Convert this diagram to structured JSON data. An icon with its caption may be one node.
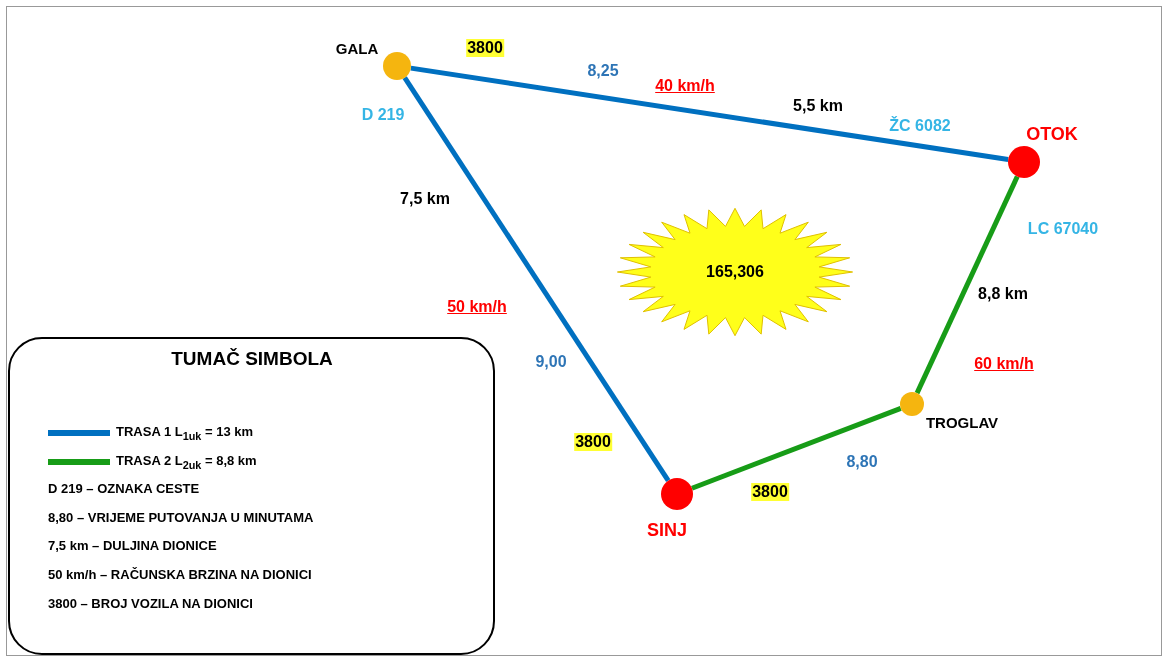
{
  "diagram": {
    "nodes": [
      {
        "text": [],
        "shape": "circle",
        "beside": [
          "GALA"
        ]
      },
      {
        "text": [],
        "shape": "circle",
        "beside": [
          "OTOK"
        ]
      },
      {
        "text": [],
        "shape": "circle",
        "beside": [
          "TROGLAV"
        ]
      },
      {
        "text": [],
        "shape": "circle",
        "beside": [
          "SINJ"
        ]
      },
      {
        "text": [
          "165,306"
        ]
      }
    ],
    "edges": [
      {
        "from": 0,
        "to": 1,
        "arrow": "none",
        "color": "#0070c0"
      },
      {
        "from": 0,
        "to": 3,
        "arrow": "none",
        "color": "#0070c0"
      },
      {
        "from": 1,
        "to": 2,
        "arrow": "none",
        "color": "#179c17"
      },
      {
        "from": 2,
        "to": 3,
        "arrow": "none",
        "color": "#179c17"
      }
    ],
    "labels": [
      "3800",
      "8,25",
      "40 km/h",
      "5,5 km",
      "ŽC 6082",
      "D 219",
      "7,5 km",
      "50 km/h",
      "9,00",
      "3800",
      "LC 67040",
      "8,8 km",
      "60 km/h",
      "8,80",
      "3800",
      "TUMAČ SIMBOLA"
    ],
    "legend": [
      {
        "text": "TRASA 1 L$_{1uk}$ = 13 km",
        "color": "#0070c0"
      },
      {
        "text": "TRASA 2 L$_{2uk}$ = 8,8 km",
        "color": "#179c17"
      },
      {
        "text": "D 219 – OZNAKA CESTE"
      },
      {
        "text": "8,80 – VRIJEME PUTOVANJA U MINUTAMA"
      },
      {
        "text": "7,5 km – DULJINA DIONICE"
      },
      {
        "text": "50 km/h – RAČUNSKA BRZINA NA DIONICI"
      },
      {
        "text": "3800 – BROJ VOZILA NA DIONICI"
      }
    ]
  }
}
